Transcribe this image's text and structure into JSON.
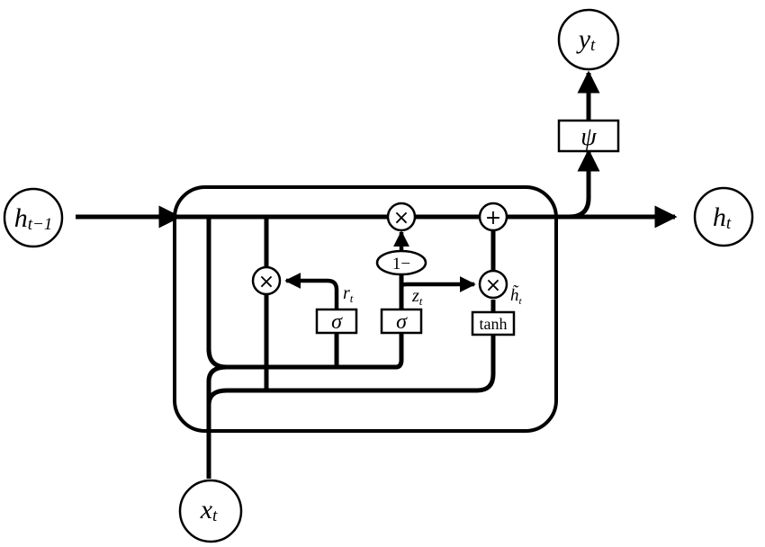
{
  "nodes": {
    "h_prev": {
      "main": "h",
      "sub": "t−1"
    },
    "h_out": {
      "main": "h",
      "sub": "t"
    },
    "x_in": {
      "main": "x",
      "sub": "t"
    },
    "y_out": {
      "main": "y",
      "sub": "t"
    }
  },
  "gates": {
    "reset_sigma": "σ",
    "update_sigma": "σ",
    "candidate_tanh": "tanh",
    "output_psi": "ψ",
    "one_minus": "1−"
  },
  "operators": {
    "multiply": "×",
    "add": "+"
  },
  "labels": {
    "r": {
      "main": "r",
      "sub": "t"
    },
    "z": {
      "main": "z",
      "sub": "t"
    },
    "h_tilde": {
      "main": "h̃",
      "sub": "t"
    }
  }
}
